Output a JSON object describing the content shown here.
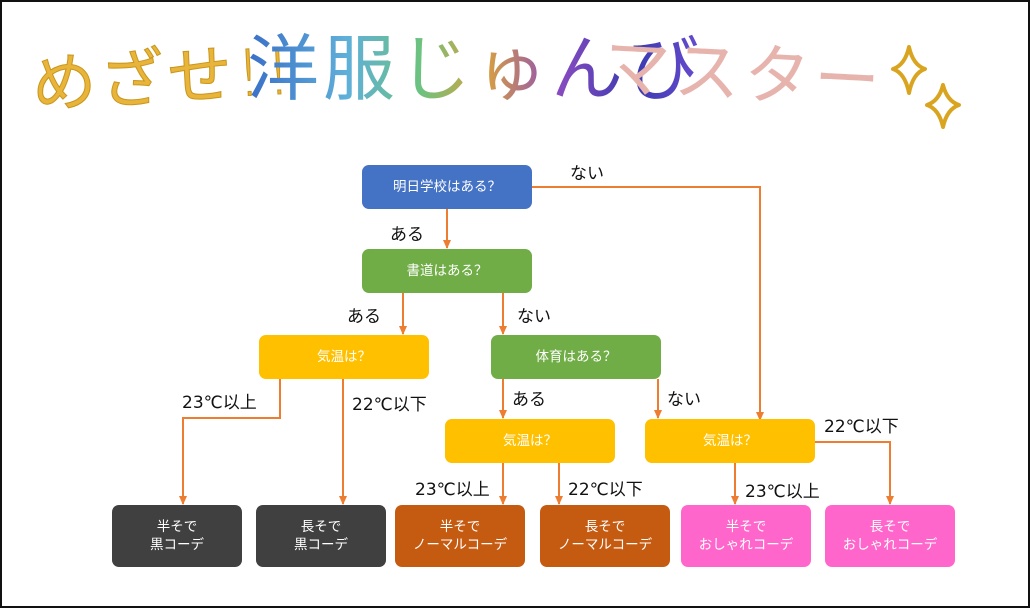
{
  "title": {
    "part1": "めざせ!!",
    "part2": "洋服じゅんび",
    "part3": "マスター"
  },
  "colors": {
    "blue": "#4472c4",
    "green": "#70ad47",
    "yellow": "#ffc000",
    "dark": "#404040",
    "brown": "#c55a11",
    "pink": "#ff66cc",
    "arrow": "#ed7d31"
  },
  "nodes": {
    "school": "明日学校はある？",
    "calligraphy": "書道はある？",
    "pe": "体育はある？",
    "temp1": "気温は？",
    "temp2": "気温は？",
    "temp3": "気温は？",
    "r1": "半そで\n黒コーデ",
    "r2": "長そで\n黒コーデ",
    "r3": "半そで\nノーマルコーデ",
    "r4": "長そで\nノーマルコーデ",
    "r5": "半そで\nおしゃれコーデ",
    "r6": "長そで\nおしゃれコーデ"
  },
  "labels": {
    "school_no": "ない",
    "school_yes": "ある",
    "calligraphy_yes": "ある",
    "calligraphy_no": "ない",
    "pe_yes": "ある",
    "pe_no": "ない",
    "t1_high": "23℃以上",
    "t1_low": "22℃以下",
    "t2_high": "23℃以上",
    "t2_low": "22℃以下",
    "t3_high": "23℃以上",
    "t3_low": "22℃以下"
  }
}
